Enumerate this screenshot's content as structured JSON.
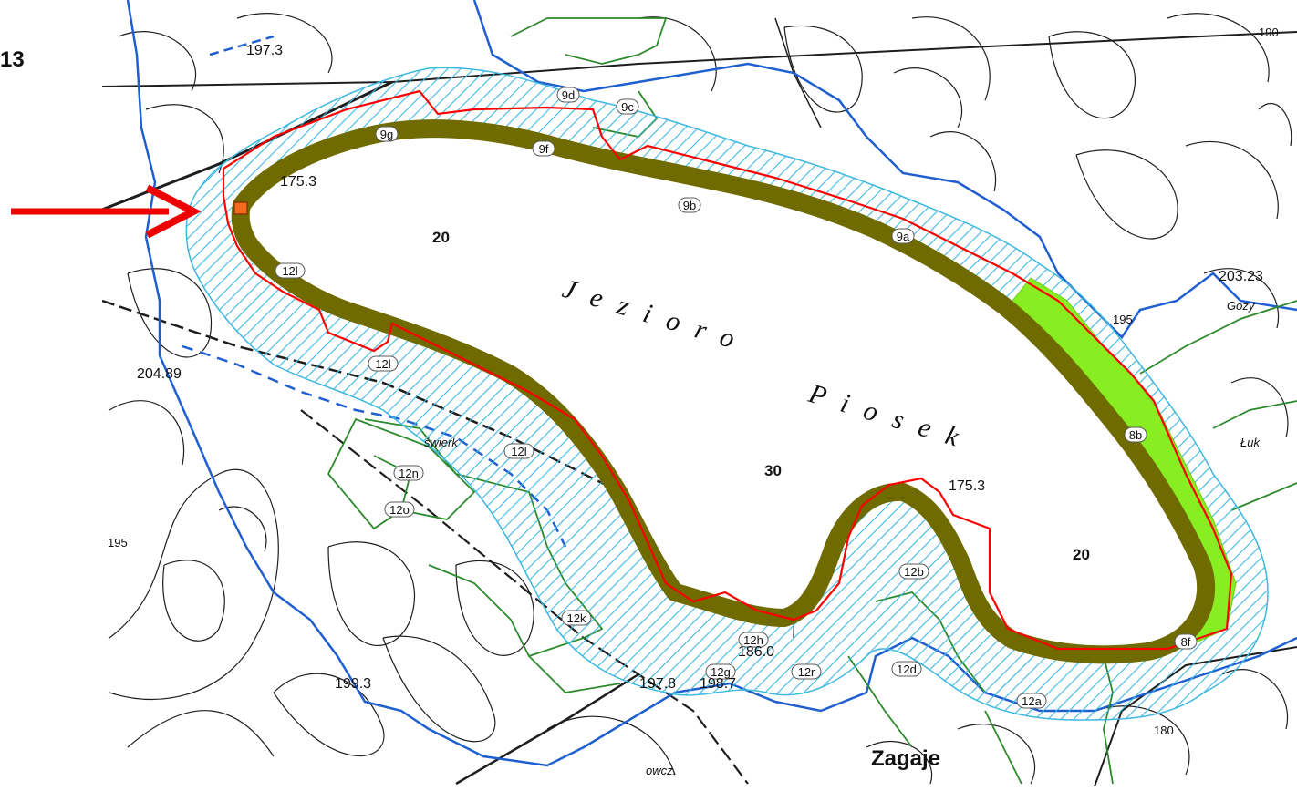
{
  "figure_number": "13",
  "lake": {
    "name_word1": "Jezioro",
    "name_word2": "Piosek",
    "elevation_nw": "175.3",
    "elevation_s": "175.3",
    "zone_nw": "20",
    "zone_center": "30",
    "zone_se": "20"
  },
  "unit_labels": [
    "9g",
    "9f",
    "9b",
    "9a",
    "9d",
    "8b",
    "8f",
    "12l",
    "12l",
    "12l",
    "12n",
    "12o",
    "12k",
    "12h",
    "12g",
    "12r",
    "12b",
    "12d",
    "12a",
    "9c"
  ],
  "spot_heights": [
    "203.23",
    "204.89",
    "199.3",
    "197.8",
    "198.7",
    "186.0",
    "180",
    "195",
    "195",
    "197.3",
    "190"
  ],
  "place_names": {
    "village": "Zagaje",
    "owcz": "owcz.",
    "wierk": "świerk",
    "luk": "Łuk",
    "gozy": "Gozy"
  },
  "colors": {
    "lake_ring": "#6f6b00",
    "hatch": "#3db8e0",
    "red_boundary": "#ff0000",
    "blue_boundary": "#1f5fd0",
    "green_boundary": "#2c8a2c",
    "meadow_fill": "#88ee22",
    "arrow": "#ee0000",
    "marker": "#f26b1d"
  }
}
